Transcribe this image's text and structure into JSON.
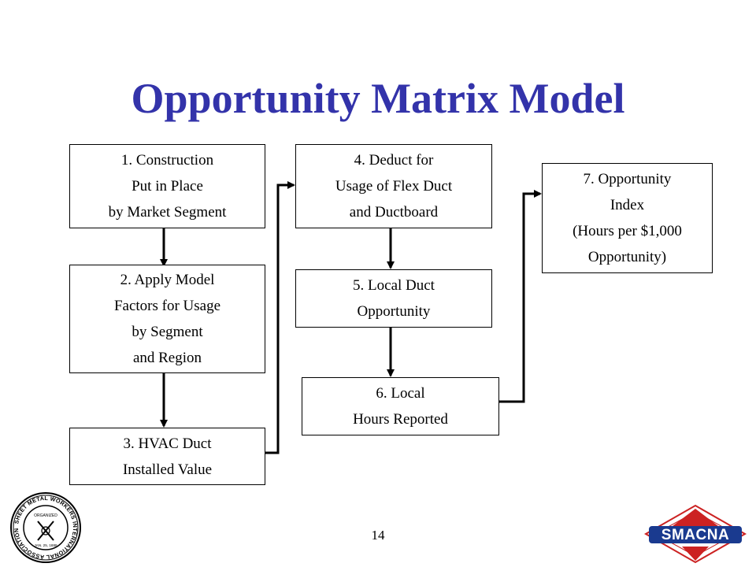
{
  "slide": {
    "title": "Opportunity Matrix Model",
    "page_number": "14",
    "title_color": "#3333aa"
  },
  "diagram": {
    "boxes": [
      {
        "id": "box1",
        "lines": [
          "1. Construction",
          "Put in Place",
          "by Market Segment"
        ]
      },
      {
        "id": "box2",
        "lines": [
          "2.  Apply Model",
          "Factors for Usage",
          "by Segment",
          "and Region"
        ]
      },
      {
        "id": "box3",
        "lines": [
          "3.  HVAC Duct",
          "Installed Value"
        ]
      },
      {
        "id": "box4",
        "lines": [
          "4.  Deduct for",
          "Usage of Flex Duct",
          "and Ductboard"
        ]
      },
      {
        "id": "box5",
        "lines": [
          "5.  Local Duct",
          "Opportunity"
        ]
      },
      {
        "id": "box6",
        "lines": [
          "6.  Local",
          "Hours Reported"
        ]
      },
      {
        "id": "box7",
        "lines": [
          "7.  Opportunity",
          "Index",
          "(Hours per $1,000",
          "Opportunity)"
        ]
      }
    ],
    "connectors": [
      {
        "from": "box1",
        "to": "box2"
      },
      {
        "from": "box2",
        "to": "box3"
      },
      {
        "from": "box3",
        "to": "box4"
      },
      {
        "from": "box4",
        "to": "box5"
      },
      {
        "from": "box5",
        "to": "box6"
      },
      {
        "from": "box6",
        "to": "box7"
      }
    ]
  },
  "logos": {
    "left_seal": {
      "icon": "union-seal-icon",
      "text_ring": "SHEET METAL WORKERS INTERNATIONAL ASSOCIATION",
      "center_text": [
        "ORGANIZED",
        "JAN. 25, 1888"
      ]
    },
    "right_logo": {
      "icon": "smacna-logo-icon",
      "text": "SMACNA",
      "colors": {
        "text": "#1a3a8f",
        "accent": "#cc2222"
      }
    }
  }
}
